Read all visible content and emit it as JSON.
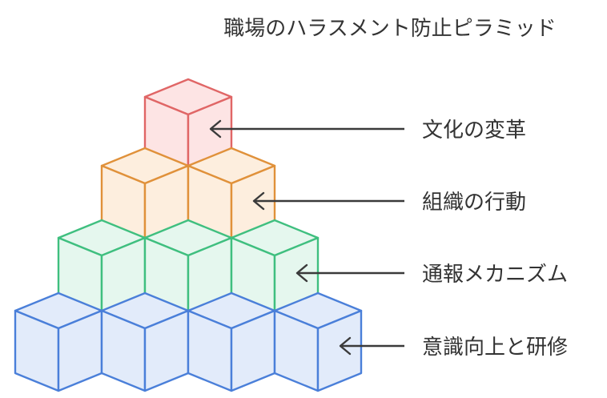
{
  "title": "職場のハラスメント防止ピラミッド",
  "levels": [
    {
      "label": "文化の変革",
      "cubes": 1,
      "stroke": "#e06666",
      "fill": "#fde4e4"
    },
    {
      "label": "組織の行動",
      "cubes": 2,
      "stroke": "#e0913a",
      "fill": "#fdeede"
    },
    {
      "label": "通報メカニズム",
      "cubes": 3,
      "stroke": "#3fbf7f",
      "fill": "#e5f7ee"
    },
    {
      "label": "意識向上と研修",
      "cubes": 4,
      "stroke": "#4a7fd9",
      "fill": "#e2ebfa"
    }
  ]
}
